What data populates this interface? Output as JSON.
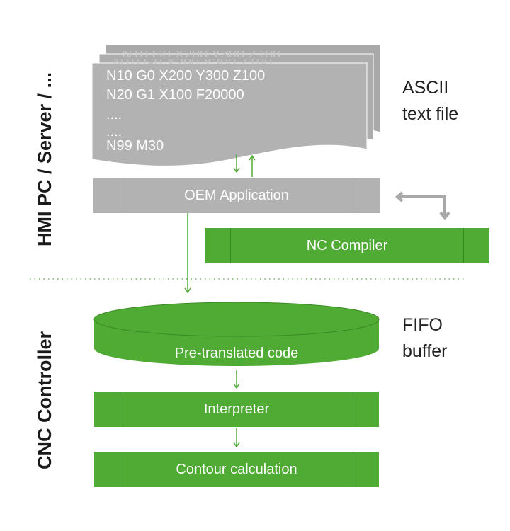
{
  "sections": {
    "top_label": "HMI PC / Server / ...",
    "bottom_label": "CNC Controller"
  },
  "file": {
    "label_line1": "ASCII",
    "label_line2": "text file",
    "lines": [
      "N10 G0 X200 Y300 Z100",
      "N20 G1 X100 F20000",
      "....",
      "....",
      "N99 M30"
    ],
    "back_line": "N10 G0 X200 Y300 Z100"
  },
  "blocks": {
    "oem": "OEM Application",
    "compiler": "NC Compiler",
    "buffer": "Pre-translated code",
    "interpreter": "Interpreter",
    "contour": "Contour calculation"
  },
  "buffer_label": {
    "line1": "FIFO",
    "line2": "buffer"
  },
  "colors": {
    "green": "#4fab33",
    "grey": "#b2b2b2",
    "arrow_green": "#4fab33",
    "arrow_grey": "#a8a8a8"
  }
}
